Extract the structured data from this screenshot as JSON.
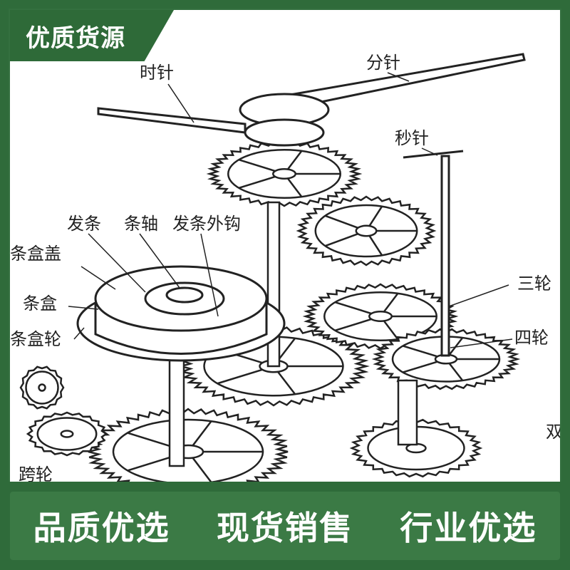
{
  "badge": {
    "text": "优质货源"
  },
  "diagram": {
    "labels": {
      "hour_hand": "时针",
      "minute_hand": "分针",
      "second_hand": "秒针",
      "mainspring": "发条",
      "arbor": "条轴",
      "outer_hook": "发条外钩",
      "barrel_cover": "条盒盖",
      "barrel": "条盒",
      "barrel_wheel": "条盒轮",
      "third_wheel": "三轮",
      "fourth_wheel": "四轮",
      "crossing_wheel": "跨轮",
      "partial_right": "双"
    }
  },
  "footer": {
    "slogans": [
      "品质优选",
      "现货销售",
      "行业优选"
    ]
  },
  "colors": {
    "brand_green": "#2f6b3a",
    "ink": "#222222"
  }
}
